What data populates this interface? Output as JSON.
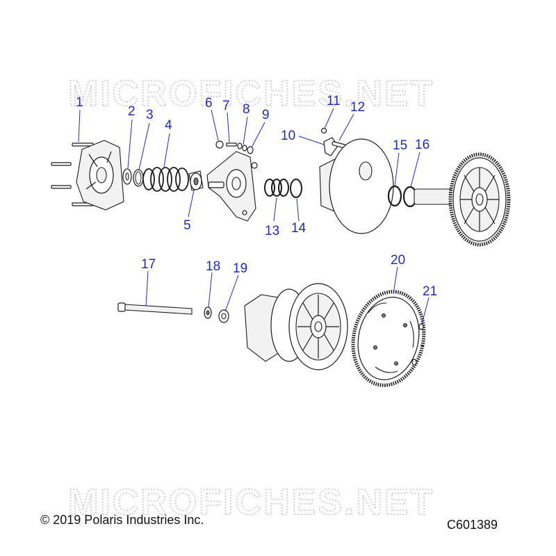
{
  "watermark": {
    "text": "MICROFICHES.NET",
    "color": "#d4d4d4"
  },
  "callouts": [
    "1",
    "2",
    "3",
    "4",
    "5",
    "6",
    "7",
    "8",
    "9",
    "10",
    "11",
    "12",
    "13",
    "14",
    "15",
    "16",
    "17",
    "18",
    "19",
    "20",
    "21"
  ],
  "callout_color": "#1f2bb8",
  "footer": {
    "copyright": "© 2019 Polaris Industries Inc.",
    "diagram_code": "C601389"
  }
}
